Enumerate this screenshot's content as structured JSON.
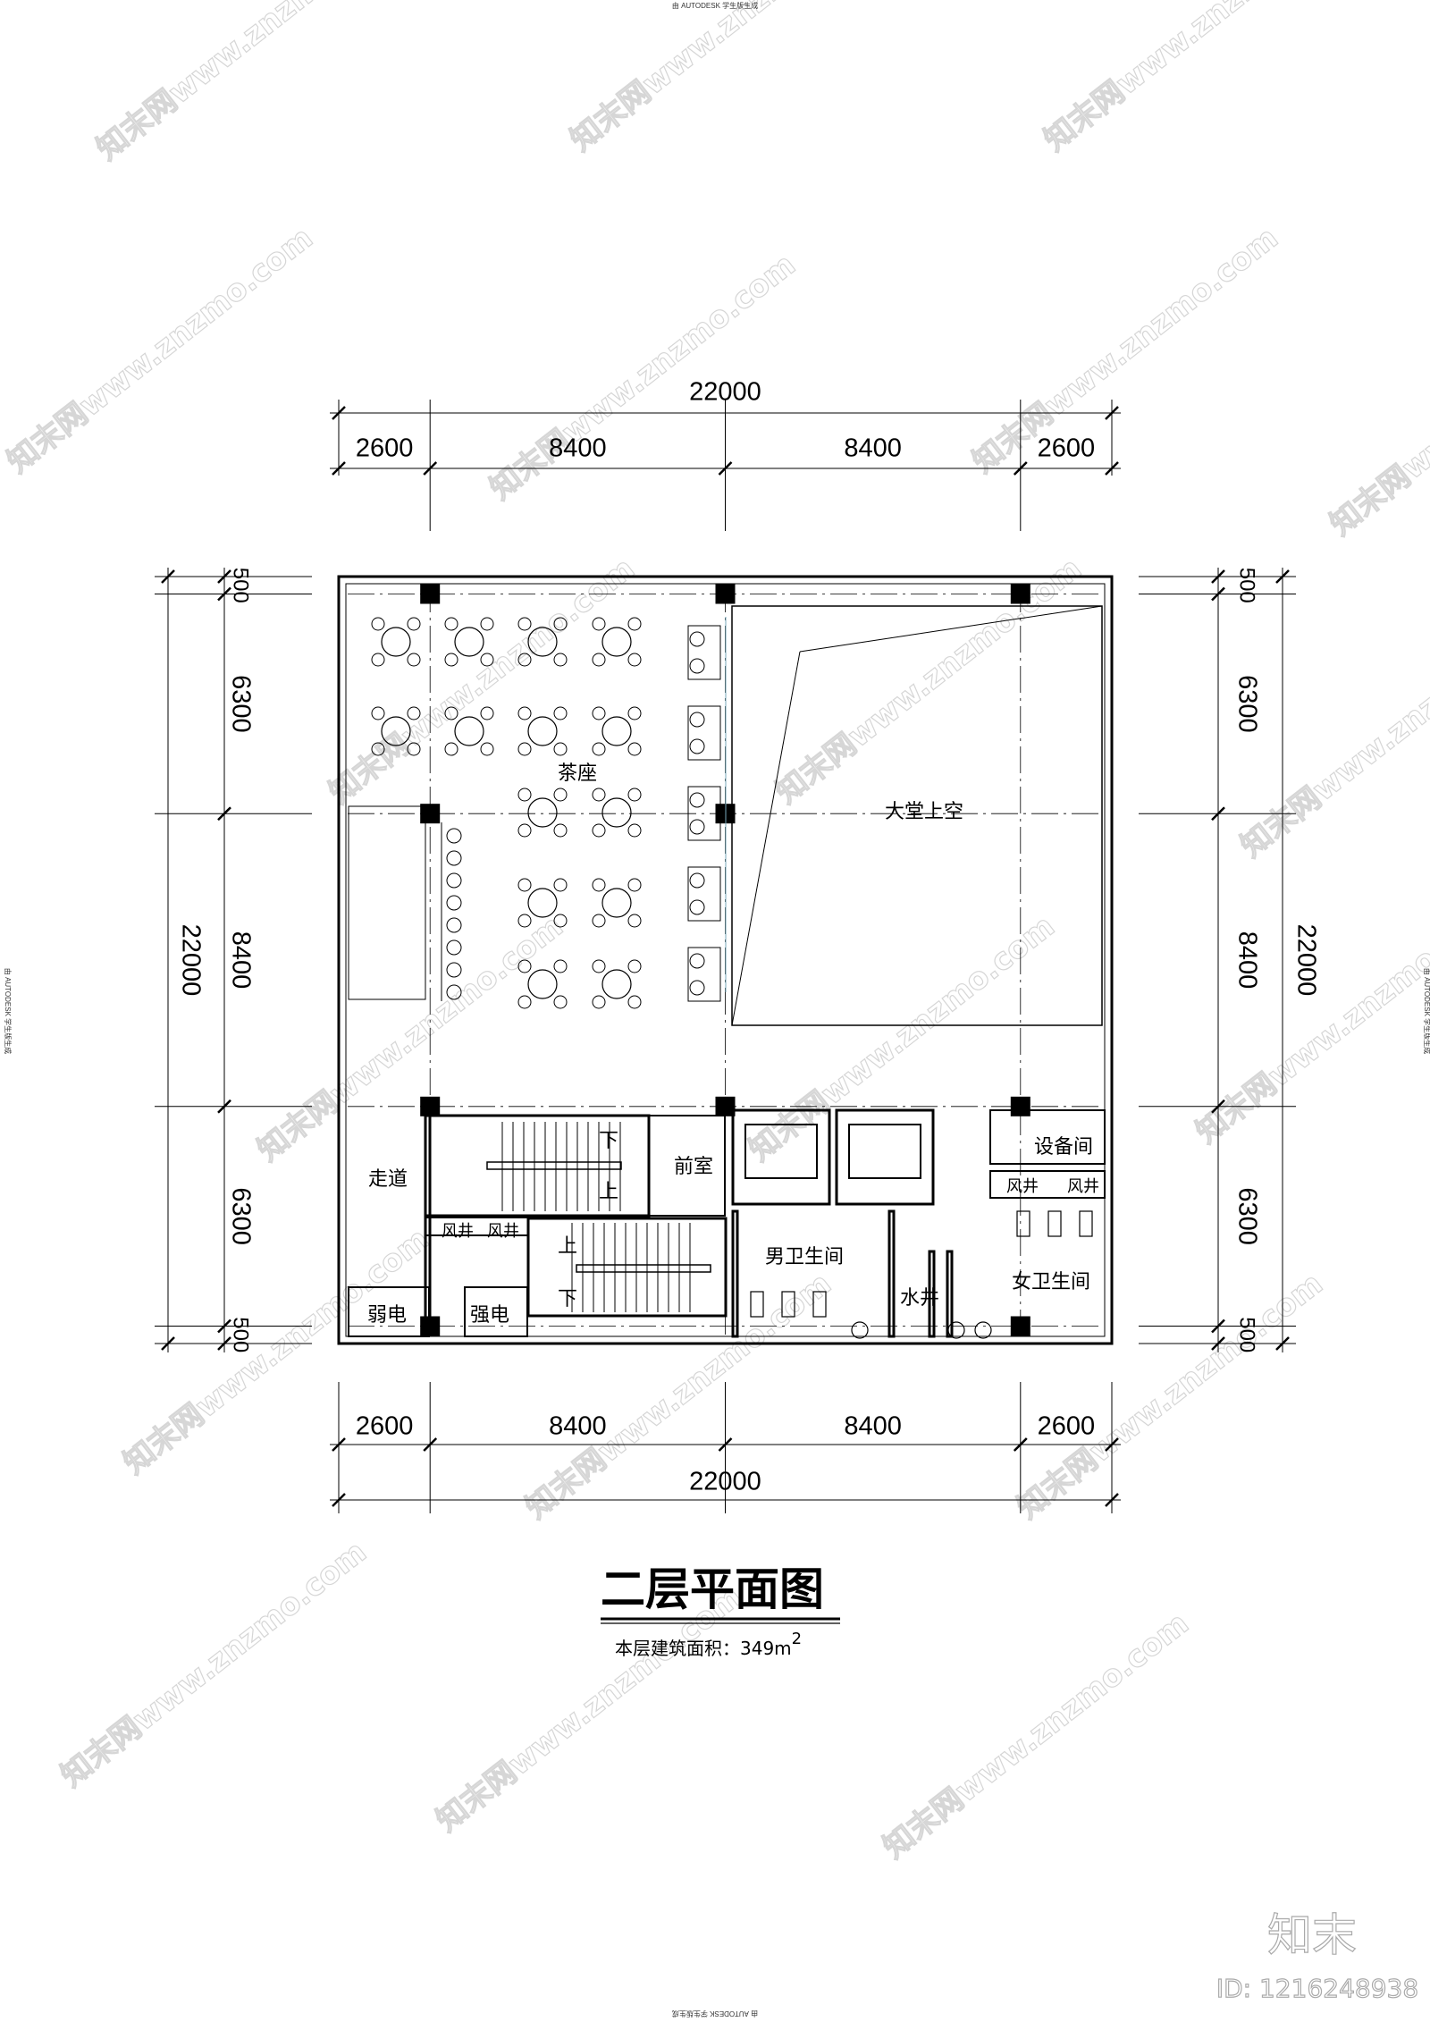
{
  "watermark": {
    "text": "知末网www.znzmo.com",
    "autodesk": "由 AUTODESK 学生版生成"
  },
  "dimensions": {
    "top_total": "22000",
    "top_segments": [
      "2600",
      "8400",
      "8400",
      "2600"
    ],
    "bottom_total": "22000",
    "bottom_segments": [
      "2600",
      "8400",
      "8400",
      "2600"
    ],
    "left_total": "22000",
    "left_segments": [
      "500",
      "6300",
      "8400",
      "6300",
      "500"
    ],
    "right_total": "22000",
    "right_segments": [
      "500",
      "6300",
      "8400",
      "6300",
      "500"
    ]
  },
  "rooms": {
    "tea_seating": "茶座",
    "lobby_void": "大堂上空",
    "corridor": "走道",
    "anteroom": "前室",
    "equipment_room": "设备间",
    "air_shaft": "风井",
    "mens_toilet": "男卫生间",
    "water_shaft": "水井",
    "womens_toilet": "女卫生间",
    "weak_current": "弱电",
    "strong_current": "强电",
    "down": "下",
    "up": "上"
  },
  "title": {
    "main": "二层平面图",
    "area_label": "本层建筑面积：349m",
    "area_sup": "2"
  },
  "logo": {
    "brand": "知末",
    "id": "ID: 1216248938"
  }
}
